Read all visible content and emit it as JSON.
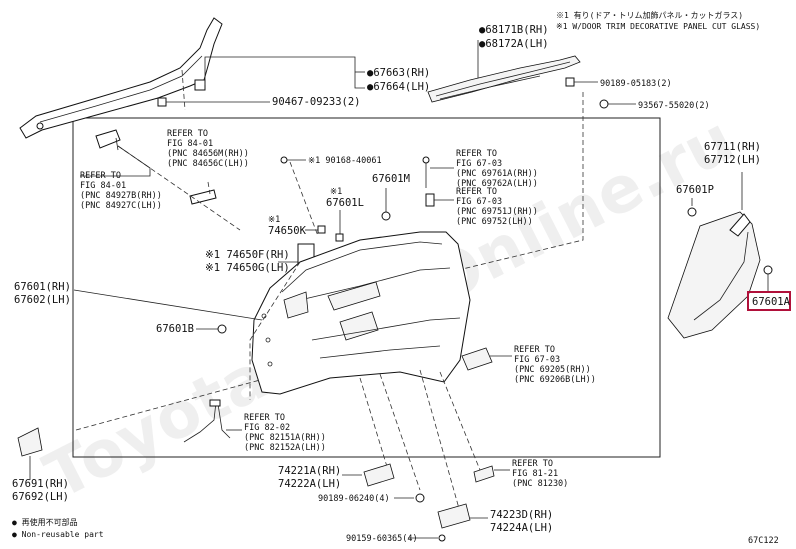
{
  "notes": {
    "note1_jp": "※1 有り(ドア・トリム加飾パネル・カットガラス)",
    "note1_en": "※1 W/DOOR TRIM DECORATIVE PANEL CUT GLASS)"
  },
  "legend": {
    "nonreusable_jp": "● 再使用不可部品",
    "nonreusable_en": "● Non-reusable part"
  },
  "diagram_code": "67C122",
  "watermark": "ToyotaPartsOnline.ru",
  "highlighted_part": "67601A",
  "parts": {
    "p68171B": "●68171B(RH)",
    "p68172A": "●68172A(LH)",
    "p67663": "●67663(RH)",
    "p67664": "●67664(LH)",
    "p90467": "90467-09233(2)",
    "p90189a": "90189-05183(2)",
    "p93567": "93567-55020(2)",
    "p90168": "※1 90168-40061",
    "p67601M": "67601M",
    "p67601L_pre": "※1",
    "p67601L": "67601L",
    "p74650K_pre": "※1",
    "p74650K": "74650K",
    "p74650F": "※1 74650F(RH)",
    "p74650G": "※1 74650G(LH)",
    "p67601": "67601(RH)",
    "p67602": "67602(LH)",
    "p67601B": "67601B",
    "p67711": "67711(RH)",
    "p67712": "67712(LH)",
    "p67601P": "67601P",
    "p67601A": "67601A",
    "p67691": "67691(RH)",
    "p67692": "67692(LH)",
    "p74221A": "74221A(RH)",
    "p74222A": "74222A(LH)",
    "p90189b": "90189-06240(4)",
    "p74223D": "74223D(RH)",
    "p74224A": "74224A(LH)",
    "p90159": "90159-60365(4)"
  },
  "refs": {
    "r1": [
      "REFER TO",
      "FIG 84-01",
      "(PNC 84656M(RH))",
      "(PNC 84656C(LH))"
    ],
    "r2": [
      "REFER TO",
      "FIG 84-01",
      "(PNC 84927B(RH))",
      "(PNC 84927C(LH))"
    ],
    "r3": [
      "REFER TO",
      "FIG 67-03",
      "(PNC 69761A(RH))",
      "(PNC 69762A(LH))"
    ],
    "r4": [
      "REFER TO",
      "FIG 67-03",
      "(PNC 69751J(RH))",
      "(PNC 69752(LH))"
    ],
    "r5": [
      "REFER TO",
      "FIG 67-03",
      "(PNC 69205(RH))",
      "(PNC 69206B(LH))"
    ],
    "r6": [
      "REFER TO",
      "FIG 82-02",
      "(PNC 82151A(RH))",
      "(PNC 82152A(LH))"
    ],
    "r7": [
      "REFER TO",
      "FIG 81-21",
      "(PNC 81230)"
    ]
  }
}
